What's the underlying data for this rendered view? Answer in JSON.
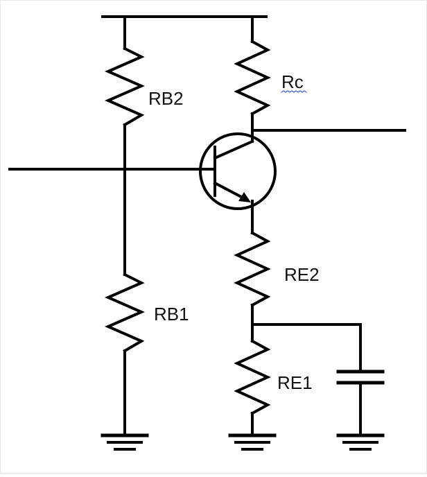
{
  "diagram": {
    "colors": {
      "wire": "#000000",
      "text": "#111111",
      "spellcheck_underline": "#3b5fd8"
    },
    "labels": {
      "rb2": "RB2",
      "rc": "Rc",
      "rb1": "RB1",
      "re2": "RE2",
      "re1": "RE1"
    }
  }
}
